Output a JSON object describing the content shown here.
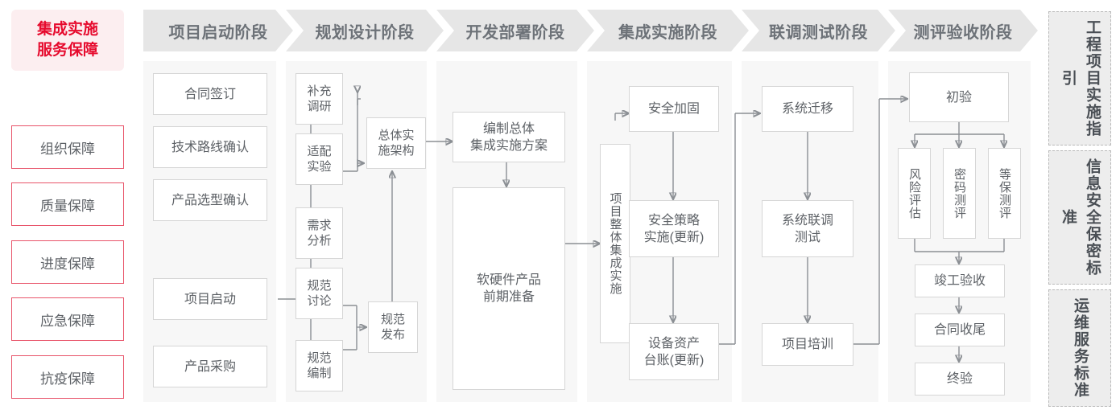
{
  "colors": {
    "accent_red": "#e60b2e",
    "accent_red_border": "#e8546a",
    "title_bg": "#fceef0",
    "phase_header_bg": "#e6e6e6",
    "phase_body_bg": "#f7f7f7",
    "node_border": "#d6d6d6",
    "connector": "#8b8f94",
    "std_bg": "#ededed",
    "std_border": "#b9b9b9"
  },
  "guarantee_sidebar": {
    "title": "集成实施\n服务保障",
    "title_line1": "集成实施",
    "title_line2": "服务保障",
    "items": [
      {
        "label": "组织保障"
      },
      {
        "label": "质量保障"
      },
      {
        "label": "进度保障"
      },
      {
        "label": "应急保障"
      },
      {
        "label": "抗疫保障"
      }
    ]
  },
  "phases": [
    {
      "id": "startup",
      "header": "项目启动阶段",
      "nodes": [
        {
          "label": "合同签订"
        },
        {
          "label": "技术路线确认"
        },
        {
          "label": "产品选型确认"
        },
        {
          "label": "项目启动"
        },
        {
          "label": "产品采购"
        }
      ]
    },
    {
      "id": "planning",
      "header": "规划设计阶段",
      "nodes": [
        {
          "label": "补充\n调研",
          "l1": "补充",
          "l2": "调研"
        },
        {
          "label": "适配\n实验",
          "l1": "适配",
          "l2": "实验"
        },
        {
          "label": "需求\n分析",
          "l1": "需求",
          "l2": "分析"
        },
        {
          "label": "规范\n讨论",
          "l1": "规范",
          "l2": "讨论"
        },
        {
          "label": "规范\n编制",
          "l1": "规范",
          "l2": "编制"
        },
        {
          "label": "总体实\n施架构",
          "l1": "总体实",
          "l2": "施架构"
        },
        {
          "label": "规范\n发布",
          "l1": "规范",
          "l2": "发布"
        }
      ]
    },
    {
      "id": "development",
      "header": "开发部署阶段",
      "nodes": [
        {
          "label": "编制总体\n集成实施方案",
          "l1": "编制总体",
          "l2": "集成实施方案"
        },
        {
          "label": "软硬件产品\n前期准备",
          "l1": "软硬件产品",
          "l2": "前期准备"
        }
      ]
    },
    {
      "id": "integration",
      "header": "集成实施阶段",
      "nodes": [
        {
          "label": "项目整体集成实施"
        },
        {
          "label": "安全加固"
        },
        {
          "label": "安全策略\n实施(更新)",
          "l1": "安全策略",
          "l2": "实施(更新)"
        },
        {
          "label": "设备资产\n台账(更新)",
          "l1": "设备资产",
          "l2": "台账(更新)"
        }
      ]
    },
    {
      "id": "joint-test",
      "header": "联调测试阶段",
      "nodes": [
        {
          "label": "系统迁移"
        },
        {
          "label": "系统联调\n测试",
          "l1": "系统联调",
          "l2": "测试"
        },
        {
          "label": "项目培训"
        }
      ]
    },
    {
      "id": "acceptance",
      "header": "测评验收阶段",
      "nodes": [
        {
          "label": "初验"
        },
        {
          "label": "风险评估"
        },
        {
          "label": "密码测评"
        },
        {
          "label": "等保测评"
        },
        {
          "label": "竣工验收"
        },
        {
          "label": "合同收尾"
        },
        {
          "label": "终验"
        }
      ]
    }
  ],
  "standards_sidebar": {
    "items": [
      {
        "label": "工程项目实施指引"
      },
      {
        "label": "信息安全保密标准"
      },
      {
        "label": "运维服务标准"
      }
    ]
  }
}
